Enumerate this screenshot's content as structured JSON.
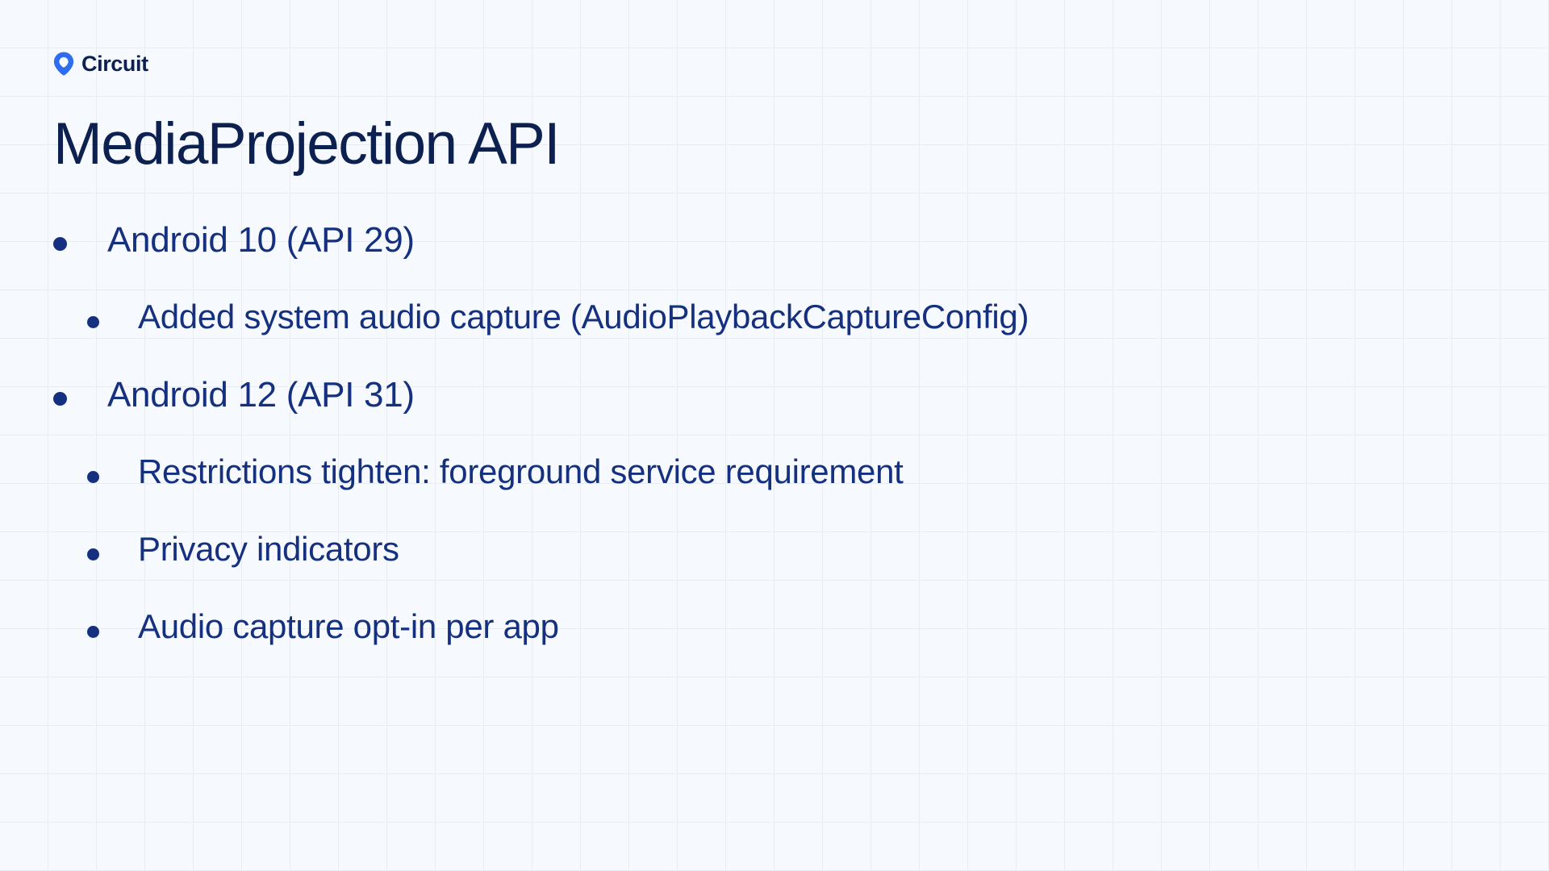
{
  "slide": {
    "background_color": "#f6f9fd",
    "grid_color": "#e7edf8",
    "title": "MediaProjection API",
    "title_color": "#0d2150",
    "body_color": "#14307e"
  },
  "brand": {
    "name": "Circuit",
    "icon": "map-pin-icon",
    "icon_color": "#2f6df0",
    "text_color": "#0d2150"
  },
  "bullets": [
    {
      "level": 1,
      "text": "Android 10 (API 29)"
    },
    {
      "level": 2,
      "text": "Added system audio capture (AudioPlaybackCaptureConfig)"
    },
    {
      "level": 1,
      "text": "Android 12 (API 31)"
    },
    {
      "level": 2,
      "text": "Restrictions tighten: foreground service requirement"
    },
    {
      "level": 2,
      "text": "Privacy indicators"
    },
    {
      "level": 2,
      "text": "Audio capture opt-in per app"
    }
  ]
}
